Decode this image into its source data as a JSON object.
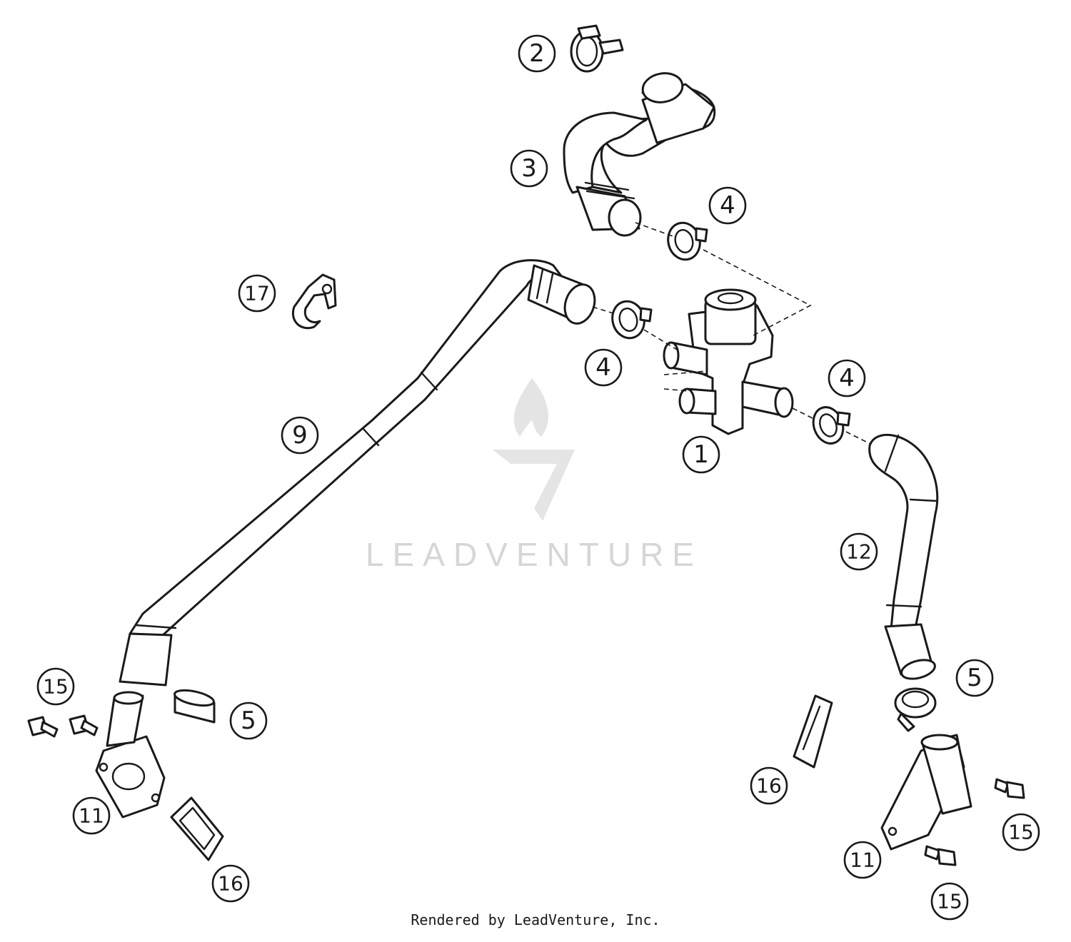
{
  "watermark": {
    "brand": "LEADVENTURE"
  },
  "credit": "Rendered by LeadVenture, Inc.",
  "callouts": [
    {
      "id": "c2",
      "label": "2"
    },
    {
      "id": "c3",
      "label": "3"
    },
    {
      "id": "c4a",
      "label": "4"
    },
    {
      "id": "c4b",
      "label": "4"
    },
    {
      "id": "c4c",
      "label": "4"
    },
    {
      "id": "c17",
      "label": "17"
    },
    {
      "id": "c9",
      "label": "9"
    },
    {
      "id": "c1",
      "label": "1"
    },
    {
      "id": "c12",
      "label": "12"
    },
    {
      "id": "c15a",
      "label": "15"
    },
    {
      "id": "c5a",
      "label": "5"
    },
    {
      "id": "c5b",
      "label": "5"
    },
    {
      "id": "c11a",
      "label": "11"
    },
    {
      "id": "c16a",
      "label": "16"
    },
    {
      "id": "c16b",
      "label": "16"
    },
    {
      "id": "c15b",
      "label": "15"
    },
    {
      "id": "c11b",
      "label": "11"
    },
    {
      "id": "c15c",
      "label": "15"
    }
  ]
}
